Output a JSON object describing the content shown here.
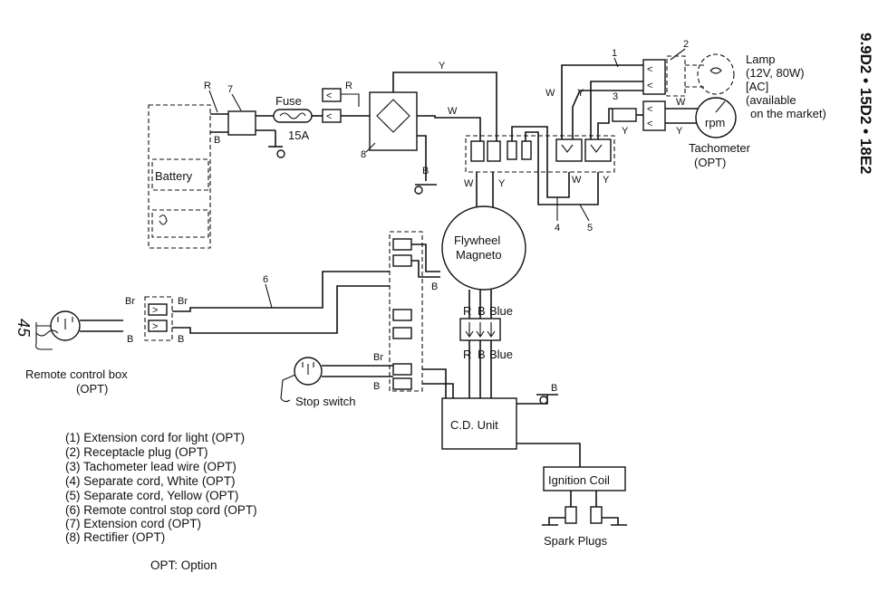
{
  "page": {
    "number": "45",
    "model_title": "9.9D2 • 15D2 • 18E2"
  },
  "components": {
    "battery": "Battery",
    "fuse": "Fuse",
    "fuse_rating": "15A",
    "flywheel_magneto": "Flywheel\nMagneto",
    "cd_unit": "C.D. Unit",
    "ignition_coil": "Ignition Coil",
    "spark_plugs": "Spark Plugs",
    "lamp": "Lamp",
    "lamp_rating": "(12V, 80W)",
    "lamp_ac": "[AC]",
    "lamp_available": "(available",
    "lamp_market": "on the market)",
    "tachometer": "Tachometer",
    "tachometer_opt": "(OPT)",
    "tach_rpm": "rpm",
    "remote_control_box": "Remote control box",
    "remote_control_opt": "(OPT)",
    "stop_switch": "Stop switch"
  },
  "callouts": [
    "1",
    "2",
    "3",
    "4",
    "5",
    "6",
    "7",
    "8"
  ],
  "wire_colors": {
    "red": "R",
    "black": "B",
    "white": "W",
    "yellow": "Y",
    "brown": "Br",
    "blue": "Blue"
  },
  "legend": {
    "items": [
      "(1) Extension cord for light (OPT)",
      "(2) Receptacle plug (OPT)",
      "(3) Tachometer lead wire (OPT)",
      "(4) Separate cord, White (OPT)",
      "(5) Separate cord, Yellow (OPT)",
      "(6) Remote control stop cord (OPT)",
      "(7) Extension cord (OPT)",
      "(8) Rectifier (OPT)"
    ],
    "note": "OPT: Option"
  }
}
